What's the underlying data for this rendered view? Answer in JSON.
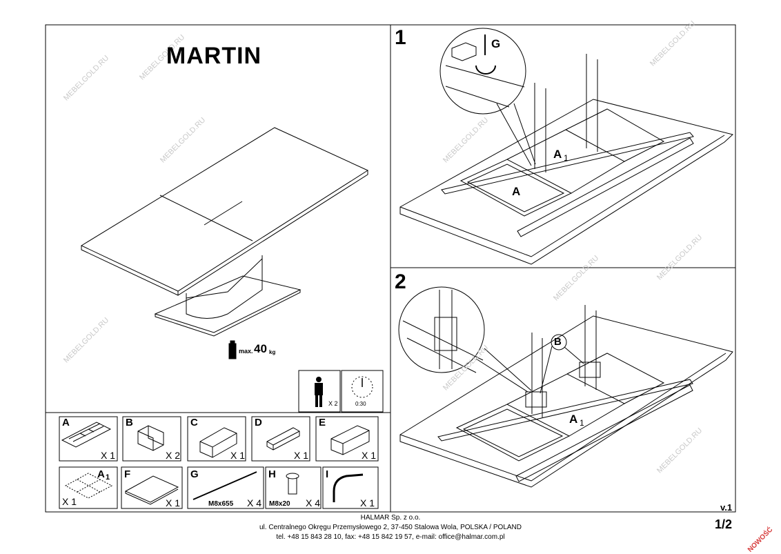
{
  "product": {
    "name": "MARTIN"
  },
  "load": {
    "max_prefix": "max.",
    "value": "40",
    "unit": "kg"
  },
  "assembly": {
    "people": "X 2",
    "time": "0:30"
  },
  "steps": [
    {
      "number": "1",
      "labels": {
        "screw": "G",
        "frame_a": "A",
        "frame_a1": "A",
        "frame_a1_sub": "1"
      }
    },
    {
      "number": "2",
      "labels": {
        "part_b": "B",
        "frame_a1": "A",
        "frame_a1_sub": "1"
      }
    }
  ],
  "parts": [
    {
      "letter": "A",
      "qty": "X 1"
    },
    {
      "letter": "B",
      "qty": "X 2"
    },
    {
      "letter": "C",
      "qty": "X 1"
    },
    {
      "letter": "D",
      "qty": "X 1"
    },
    {
      "letter": "E",
      "qty": "X 1"
    },
    {
      "letter": "A",
      "sub": "1",
      "qty": "X 1"
    },
    {
      "letter": "F",
      "qty": "X 1"
    },
    {
      "letter": "G",
      "spec": "M8x655",
      "qty": "X 4"
    },
    {
      "letter": "H",
      "spec": "M8x20",
      "qty": "X 4"
    },
    {
      "letter": "I",
      "qty": "X 1"
    }
  ],
  "footer": {
    "company": "HALMAR Sp. z o.o.",
    "address": "ul. Centralnego Okręgu Przemysłowego 2, 37-450 Stalowa Wola, POLSKA / POLAND",
    "contact": "tel. +48 15 843 28 10, fax: +48 15 842 19 57, e-mail: office@halmar.com.pl"
  },
  "version": "v.1",
  "page_number": "1/2",
  "badge": "NOWOŚĆ",
  "watermark": "MEBELGOLD.RU",
  "colors": {
    "line": "#000000",
    "watermark": "#c9c9c9",
    "badge": "#d63a3a"
  }
}
